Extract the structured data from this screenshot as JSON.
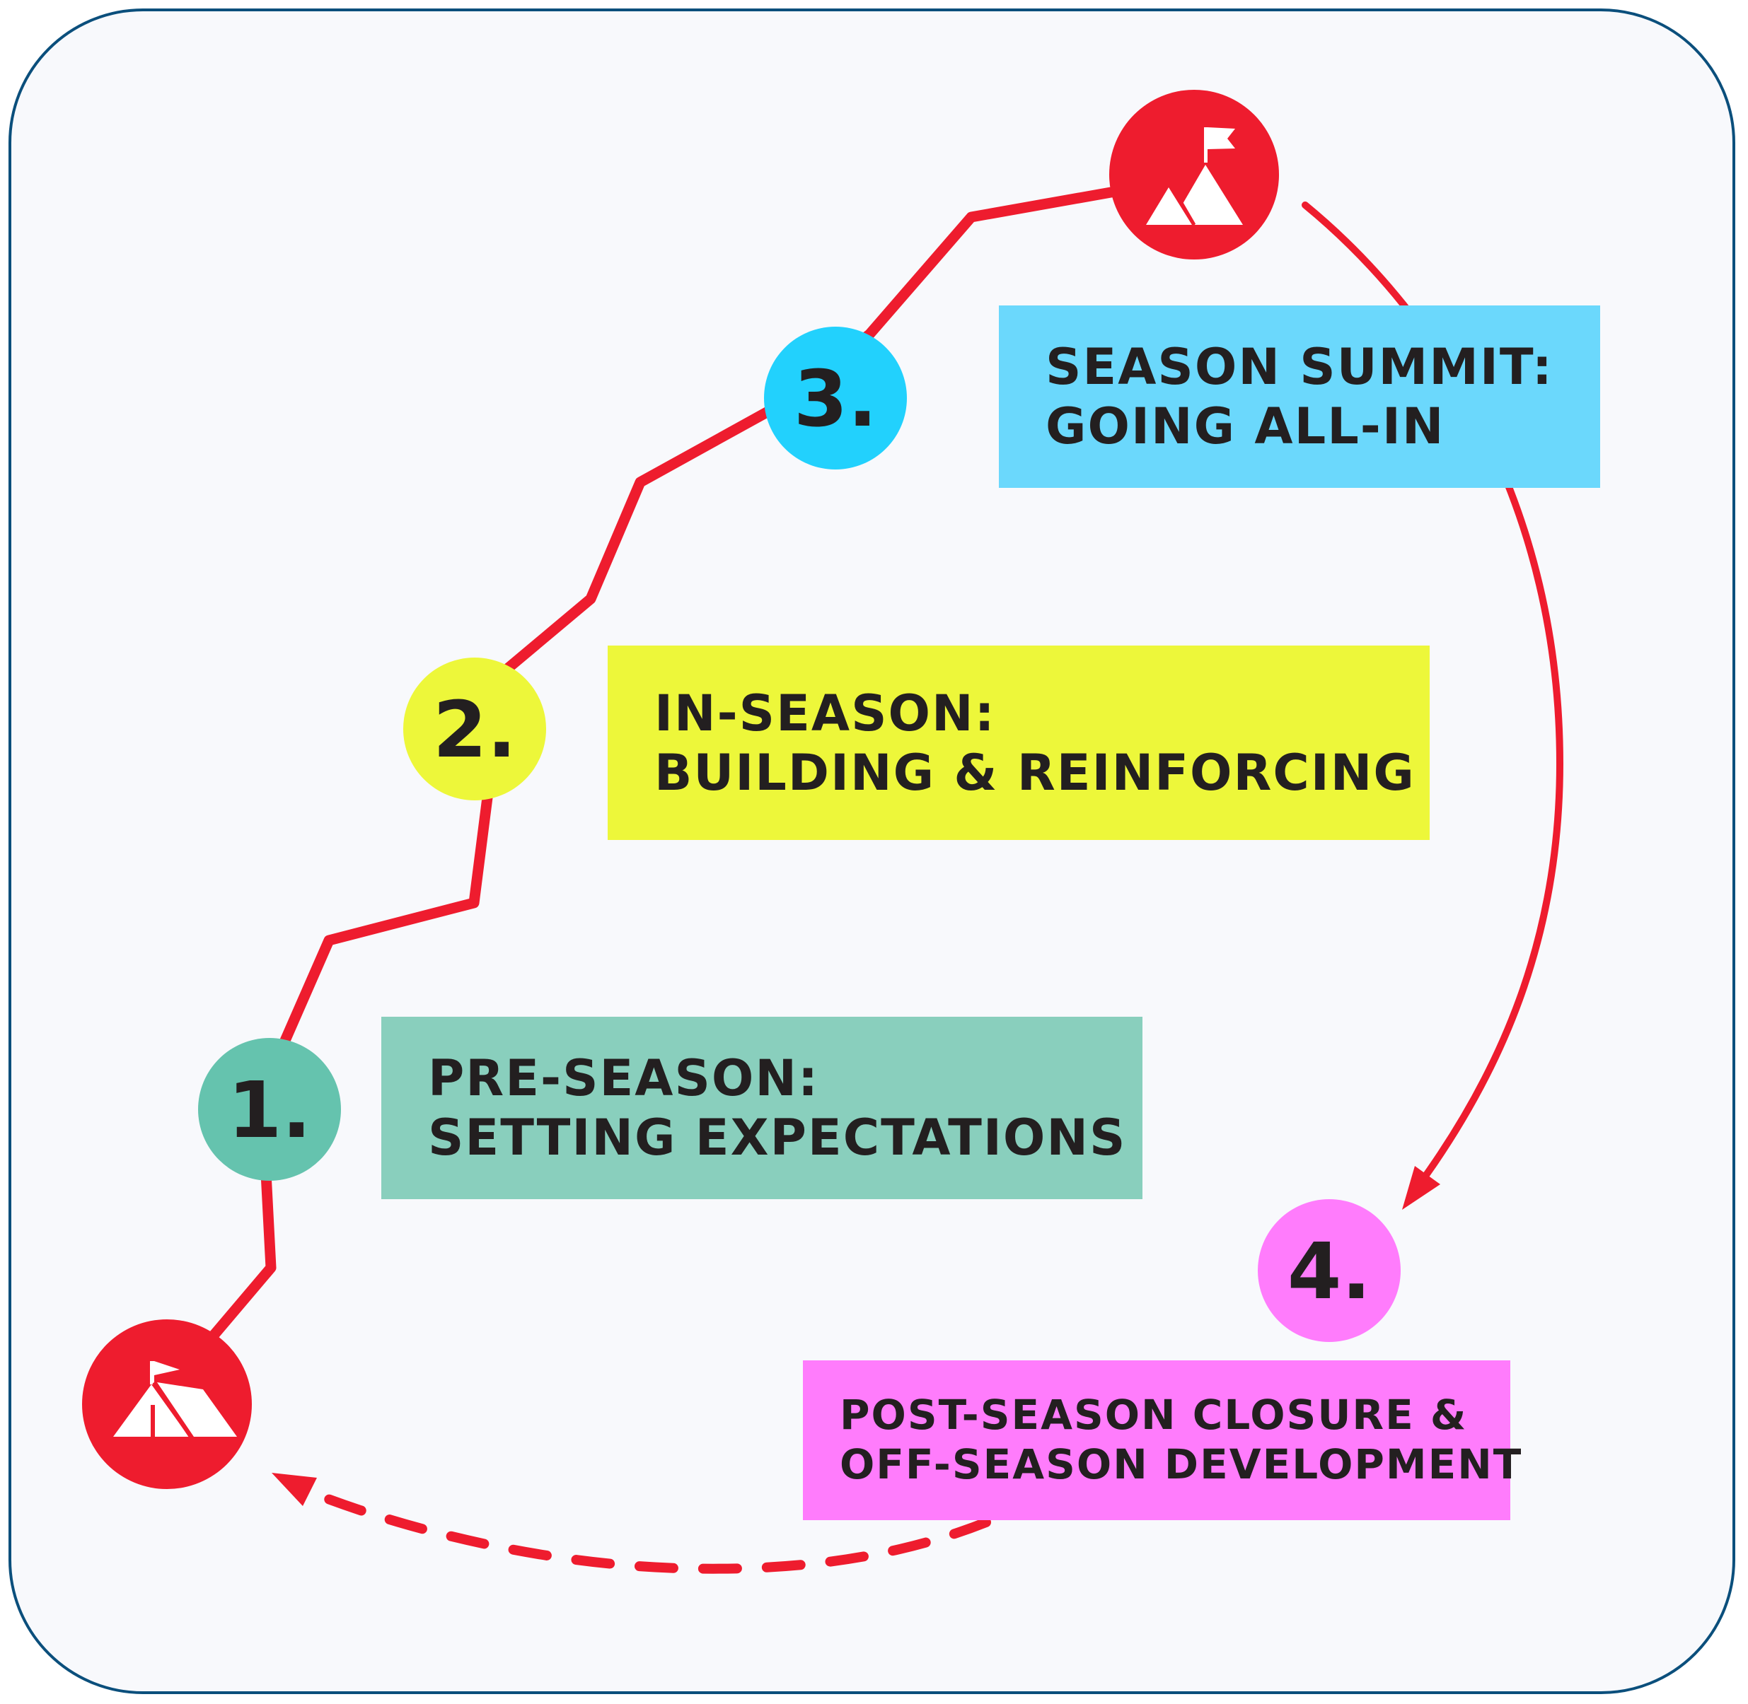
{
  "colors": {
    "frame_border": "#0b4f7c",
    "background": "#f8f9fc",
    "path_red": "#ee1c2e",
    "text_dark": "#231f20",
    "stage1": "#65c3ae",
    "stage1_box": "#89cfbd",
    "stage2": "#edf73a",
    "stage2_box": "#edf73a",
    "stage3": "#22d1fd",
    "stage3_box": "#6bd8fc",
    "stage4": "#ff7cfc",
    "stage4_box": "#ff7cfc"
  },
  "icons": {
    "start": "base-camp-tent-icon",
    "end": "mountain-summit-flag-icon"
  },
  "stages": [
    {
      "number": "1.",
      "line1": "PRE-SEASON:",
      "line2": "SETTING EXPECTATIONS"
    },
    {
      "number": "2.",
      "line1": "IN-SEASON:",
      "line2": "BUILDING & REINFORCING"
    },
    {
      "number": "3.",
      "line1": "SEASON SUMMIT:",
      "line2": "GOING ALL-IN"
    },
    {
      "number": "4.",
      "line1": "POST-SEASON CLOSURE &",
      "line2": "OFF-SEASON DEVELOPMENT"
    }
  ]
}
